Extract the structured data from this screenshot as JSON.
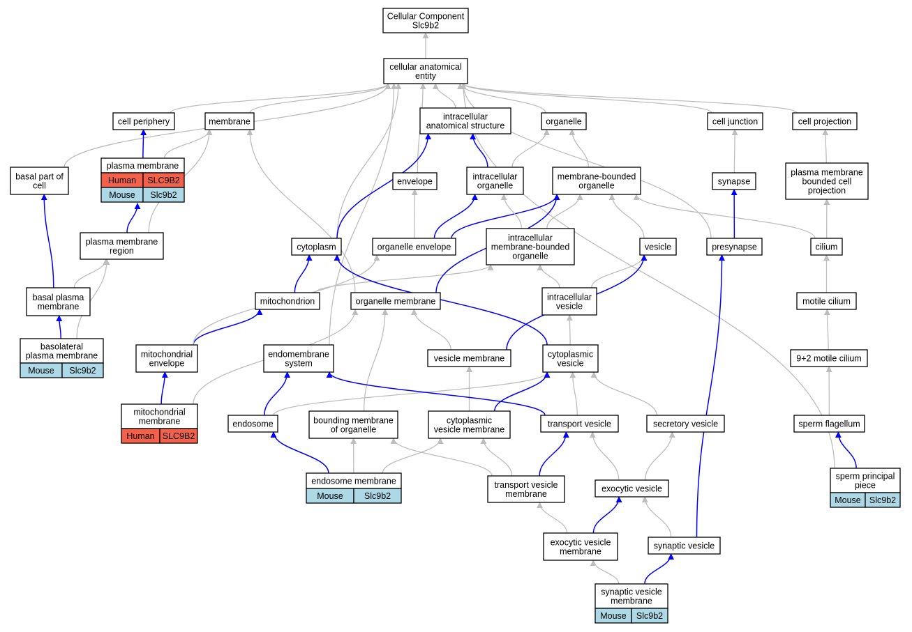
{
  "colors": {
    "human_cell": "#f4614a",
    "mouse_cell": "#add8e6",
    "is_a_edge": "#bdbdbd",
    "part_of_edge": "#0000ff"
  },
  "nodes": [
    {
      "id": "root",
      "lines": [
        "Cellular Component",
        "Slc9b2"
      ]
    },
    {
      "id": "cae",
      "lines": [
        "cellular anatomical",
        "entity"
      ]
    },
    {
      "id": "cell_periphery",
      "lines": [
        "cell periphery"
      ]
    },
    {
      "id": "membrane",
      "lines": [
        "membrane"
      ]
    },
    {
      "id": "ias",
      "lines": [
        "intracellular",
        "anatomical structure"
      ]
    },
    {
      "id": "organelle",
      "lines": [
        "organelle"
      ]
    },
    {
      "id": "cell_junction",
      "lines": [
        "cell junction"
      ]
    },
    {
      "id": "cell_projection",
      "lines": [
        "cell projection"
      ]
    },
    {
      "id": "basal_part",
      "lines": [
        "basal part of",
        "cell"
      ]
    },
    {
      "id": "plasma_membrane",
      "lines": [
        "plasma membrane"
      ],
      "rows": [
        [
          "Human",
          "SLC9B2"
        ],
        [
          "Mouse",
          "Slc9b2"
        ]
      ]
    },
    {
      "id": "envelope",
      "lines": [
        "envelope"
      ]
    },
    {
      "id": "ic_organelle",
      "lines": [
        "intracellular",
        "organelle"
      ]
    },
    {
      "id": "mb_organelle",
      "lines": [
        "membrane-bounded",
        "organelle"
      ]
    },
    {
      "id": "synapse",
      "lines": [
        "synapse"
      ]
    },
    {
      "id": "pm_bcp",
      "lines": [
        "plasma membrane",
        "bounded cell",
        "projection"
      ]
    },
    {
      "id": "pm_region",
      "lines": [
        "plasma membrane",
        "region"
      ]
    },
    {
      "id": "cytoplasm",
      "lines": [
        "cytoplasm"
      ]
    },
    {
      "id": "org_envelope",
      "lines": [
        "organelle envelope"
      ]
    },
    {
      "id": "ic_mbo",
      "lines": [
        "intracellular",
        "membrane-bounded",
        "organelle"
      ]
    },
    {
      "id": "vesicle",
      "lines": [
        "vesicle"
      ]
    },
    {
      "id": "presynapse",
      "lines": [
        "presynapse"
      ]
    },
    {
      "id": "cilium",
      "lines": [
        "cilium"
      ]
    },
    {
      "id": "basal_pm",
      "lines": [
        "basal plasma",
        "membrane"
      ]
    },
    {
      "id": "mitochondrion",
      "lines": [
        "mitochondrion"
      ]
    },
    {
      "id": "org_membrane",
      "lines": [
        "organelle membrane"
      ]
    },
    {
      "id": "ic_vesicle",
      "lines": [
        "intracellular",
        "vesicle"
      ]
    },
    {
      "id": "motile_cilium",
      "lines": [
        "motile cilium"
      ]
    },
    {
      "id": "basolateral_pm",
      "lines": [
        "basolateral",
        "plasma membrane"
      ],
      "rows": [
        [
          "Mouse",
          "Slc9b2"
        ]
      ]
    },
    {
      "id": "mito_envelope",
      "lines": [
        "mitochondrial",
        "envelope"
      ]
    },
    {
      "id": "endomembrane",
      "lines": [
        "endomembrane",
        "system"
      ]
    },
    {
      "id": "vesicle_membrane",
      "lines": [
        "vesicle membrane"
      ]
    },
    {
      "id": "cyto_vesicle",
      "lines": [
        "cytoplasmic",
        "vesicle"
      ]
    },
    {
      "id": "nine_two",
      "lines": [
        "9+2 motile cilium"
      ]
    },
    {
      "id": "mito_membrane",
      "lines": [
        "mitochondrial",
        "membrane"
      ],
      "rows": [
        [
          "Human",
          "SLC9B2"
        ]
      ]
    },
    {
      "id": "endosome",
      "lines": [
        "endosome"
      ]
    },
    {
      "id": "bounding_membrane",
      "lines": [
        "bounding membrane",
        "of organelle"
      ]
    },
    {
      "id": "cv_membrane",
      "lines": [
        "cytoplasmic",
        "vesicle membrane"
      ]
    },
    {
      "id": "transport_vesicle",
      "lines": [
        "transport vesicle"
      ]
    },
    {
      "id": "secretory_vesicle",
      "lines": [
        "secretory vesicle"
      ]
    },
    {
      "id": "sperm_flagellum",
      "lines": [
        "sperm flagellum"
      ]
    },
    {
      "id": "endosome_membrane",
      "lines": [
        "endosome membrane"
      ],
      "rows": [
        [
          "Mouse",
          "Slc9b2"
        ]
      ]
    },
    {
      "id": "tv_membrane",
      "lines": [
        "transport vesicle",
        "membrane"
      ]
    },
    {
      "id": "exocytic_vesicle",
      "lines": [
        "exocytic vesicle"
      ]
    },
    {
      "id": "sperm_pp",
      "lines": [
        "sperm principal",
        "piece"
      ],
      "rows": [
        [
          "Mouse",
          "Slc9b2"
        ]
      ]
    },
    {
      "id": "ev_membrane",
      "lines": [
        "exocytic vesicle",
        "membrane"
      ]
    },
    {
      "id": "synaptic_vesicle",
      "lines": [
        "synaptic vesicle"
      ]
    },
    {
      "id": "sv_membrane",
      "lines": [
        "synaptic vesicle",
        "membrane"
      ],
      "rows": [
        [
          "Mouse",
          "Slc9b2"
        ]
      ]
    }
  ],
  "edges": [
    {
      "from": "cae",
      "to": "root",
      "type": "is_a"
    },
    {
      "from": "cell_periphery",
      "to": "cae",
      "type": "is_a"
    },
    {
      "from": "membrane",
      "to": "cae",
      "type": "is_a"
    },
    {
      "from": "ias",
      "to": "cae",
      "type": "is_a"
    },
    {
      "from": "organelle",
      "to": "cae",
      "type": "is_a"
    },
    {
      "from": "cell_junction",
      "to": "cae",
      "type": "is_a"
    },
    {
      "from": "cell_projection",
      "to": "cae",
      "type": "is_a"
    },
    {
      "from": "basal_part",
      "to": "cae",
      "type": "is_a"
    },
    {
      "from": "envelope",
      "to": "cae",
      "type": "is_a"
    },
    {
      "from": "cytoplasm",
      "to": "cae",
      "type": "is_a"
    },
    {
      "from": "endomembrane",
      "to": "cae",
      "type": "is_a"
    },
    {
      "from": "presynapse",
      "to": "cae",
      "type": "is_a"
    },
    {
      "from": "sperm_pp",
      "to": "cae",
      "type": "is_a"
    },
    {
      "from": "plasma_membrane",
      "to": "cell_periphery",
      "type": "part_of"
    },
    {
      "from": "plasma_membrane",
      "to": "membrane",
      "type": "is_a"
    },
    {
      "from": "pm_region",
      "to": "membrane",
      "type": "is_a"
    },
    {
      "from": "org_membrane",
      "to": "membrane",
      "type": "is_a"
    },
    {
      "from": "pm_region",
      "to": "plasma_membrane",
      "type": "part_of"
    },
    {
      "from": "basal_pm",
      "to": "basal_part",
      "type": "part_of"
    },
    {
      "from": "basal_pm",
      "to": "pm_region",
      "type": "is_a"
    },
    {
      "from": "basolateral_pm",
      "to": "basal_pm",
      "type": "part_of"
    },
    {
      "from": "basolateral_pm",
      "to": "pm_region",
      "type": "is_a"
    },
    {
      "from": "ic_organelle",
      "to": "organelle",
      "type": "is_a"
    },
    {
      "from": "ic_organelle",
      "to": "ias",
      "type": "part_of"
    },
    {
      "from": "mb_organelle",
      "to": "organelle",
      "type": "is_a"
    },
    {
      "from": "cytoplasm",
      "to": "ias",
      "type": "part_of"
    },
    {
      "from": "org_envelope",
      "to": "envelope",
      "type": "is_a"
    },
    {
      "from": "org_envelope",
      "to": "ic_organelle",
      "type": "part_of"
    },
    {
      "from": "org_envelope",
      "to": "mb_organelle",
      "type": "part_of"
    },
    {
      "from": "ic_mbo",
      "to": "ic_organelle",
      "type": "is_a"
    },
    {
      "from": "ic_mbo",
      "to": "mb_organelle",
      "type": "is_a"
    },
    {
      "from": "vesicle",
      "to": "mb_organelle",
      "type": "is_a"
    },
    {
      "from": "cilium",
      "to": "mb_organelle",
      "type": "is_a"
    },
    {
      "from": "synapse",
      "to": "cell_junction",
      "type": "is_a"
    },
    {
      "from": "presynapse",
      "to": "synapse",
      "type": "part_of"
    },
    {
      "from": "pm_bcp",
      "to": "cell_projection",
      "type": "is_a"
    },
    {
      "from": "cilium",
      "to": "pm_bcp",
      "type": "is_a"
    },
    {
      "from": "motile_cilium",
      "to": "cilium",
      "type": "is_a"
    },
    {
      "from": "nine_two",
      "to": "motile_cilium",
      "type": "is_a"
    },
    {
      "from": "sperm_flagellum",
      "to": "nine_two",
      "type": "is_a"
    },
    {
      "from": "sperm_pp",
      "to": "sperm_flagellum",
      "type": "part_of"
    },
    {
      "from": "mitochondrion",
      "to": "cytoplasm",
      "type": "part_of"
    },
    {
      "from": "mitochondrion",
      "to": "ic_mbo",
      "type": "is_a"
    },
    {
      "from": "org_membrane",
      "to": "mb_organelle",
      "type": "part_of"
    },
    {
      "from": "ic_vesicle",
      "to": "vesicle",
      "type": "is_a"
    },
    {
      "from": "ic_vesicle",
      "to": "ic_mbo",
      "type": "is_a"
    },
    {
      "from": "mito_envelope",
      "to": "mitochondrion",
      "type": "part_of"
    },
    {
      "from": "mito_envelope",
      "to": "org_envelope",
      "type": "is_a"
    },
    {
      "from": "mito_membrane",
      "to": "mito_envelope",
      "type": "part_of"
    },
    {
      "from": "mito_membrane",
      "to": "org_membrane",
      "type": "is_a"
    },
    {
      "from": "vesicle_membrane",
      "to": "org_membrane",
      "type": "is_a"
    },
    {
      "from": "vesicle_membrane",
      "to": "vesicle",
      "type": "part_of"
    },
    {
      "from": "cyto_vesicle",
      "to": "ic_vesicle",
      "type": "is_a"
    },
    {
      "from": "cyto_vesicle",
      "to": "cytoplasm",
      "type": "part_of"
    },
    {
      "from": "endosome",
      "to": "endomembrane",
      "type": "part_of"
    },
    {
      "from": "endosome",
      "to": "cyto_vesicle",
      "type": "is_a"
    },
    {
      "from": "bounding_membrane",
      "to": "org_membrane",
      "type": "is_a"
    },
    {
      "from": "cv_membrane",
      "to": "vesicle_membrane",
      "type": "is_a"
    },
    {
      "from": "cv_membrane",
      "to": "cyto_vesicle",
      "type": "part_of"
    },
    {
      "from": "transport_vesicle",
      "to": "cyto_vesicle",
      "type": "is_a"
    },
    {
      "from": "transport_vesicle",
      "to": "endomembrane",
      "type": "part_of"
    },
    {
      "from": "secretory_vesicle",
      "to": "cyto_vesicle",
      "type": "is_a"
    },
    {
      "from": "endosome_membrane",
      "to": "endosome",
      "type": "part_of"
    },
    {
      "from": "endosome_membrane",
      "to": "bounding_membrane",
      "type": "is_a"
    },
    {
      "from": "endosome_membrane",
      "to": "cv_membrane",
      "type": "is_a"
    },
    {
      "from": "tv_membrane",
      "to": "transport_vesicle",
      "type": "part_of"
    },
    {
      "from": "tv_membrane",
      "to": "cv_membrane",
      "type": "is_a"
    },
    {
      "from": "tv_membrane",
      "to": "bounding_membrane",
      "type": "is_a"
    },
    {
      "from": "exocytic_vesicle",
      "to": "transport_vesicle",
      "type": "is_a"
    },
    {
      "from": "exocytic_vesicle",
      "to": "secretory_vesicle",
      "type": "is_a"
    },
    {
      "from": "ev_membrane",
      "to": "exocytic_vesicle",
      "type": "part_of"
    },
    {
      "from": "ev_membrane",
      "to": "tv_membrane",
      "type": "is_a"
    },
    {
      "from": "synaptic_vesicle",
      "to": "exocytic_vesicle",
      "type": "is_a"
    },
    {
      "from": "synaptic_vesicle",
      "to": "presynapse",
      "type": "part_of"
    },
    {
      "from": "sv_membrane",
      "to": "synaptic_vesicle",
      "type": "part_of"
    },
    {
      "from": "sv_membrane",
      "to": "ev_membrane",
      "type": "is_a"
    }
  ]
}
